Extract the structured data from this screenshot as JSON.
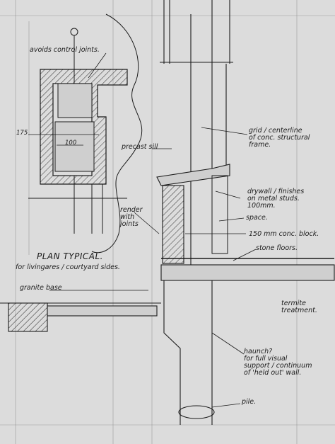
{
  "drawing": {
    "title": "PLAN TYPICAL.",
    "subtitle": "for livingares / courtyard sides.",
    "dimensions": {
      "dim_175": "175",
      "dim_100": "100"
    },
    "labels": {
      "avoid_joints": "avoids control joints.",
      "precast_sill": "precast sill",
      "render_joints": "render\nwith\njoints",
      "grid_centreline": "grid / centerline\nof conc. structural\nframe.",
      "drywall": "drywall / finishes\non metal studs.\n100mm.",
      "space": "space.",
      "block": "150 mm conc. block.",
      "stone_floors": "stone floors.",
      "granite_base": "granite base",
      "termite": "termite\ntreatment.",
      "haunch": "haunch?\nfor full visual\nsupport / continuum\nof 'held out' wall.",
      "pile": "pile."
    },
    "colors": {
      "paper": "#dcdcdc",
      "ink": "#1b1b1b",
      "pencil": "#8a8a8a"
    }
  }
}
